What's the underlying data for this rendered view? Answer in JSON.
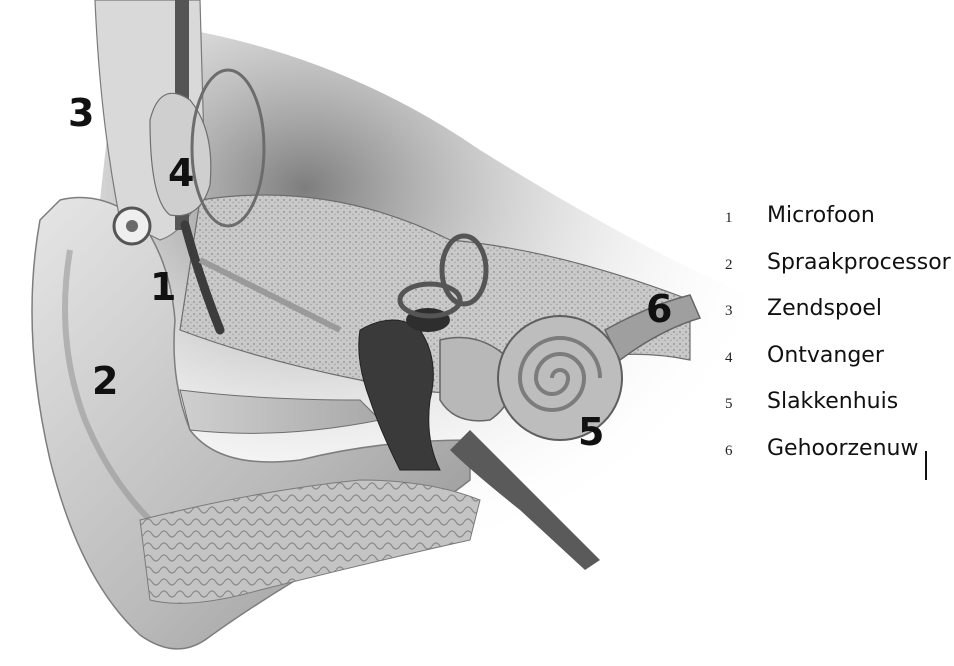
{
  "diagram": {
    "callouts": [
      "1",
      "2",
      "3",
      "4",
      "5",
      "6"
    ]
  },
  "legend": {
    "items": [
      {
        "num": "1",
        "label": "Microfoon"
      },
      {
        "num": "2",
        "label": "Spraakprocessor"
      },
      {
        "num": "3",
        "label": "Zendspoel"
      },
      {
        "num": "4",
        "label": "Ontvanger"
      },
      {
        "num": "5",
        "label": "Slakkenhuis"
      },
      {
        "num": "6",
        "label": "Gehoorzenuw"
      }
    ]
  },
  "colors": {
    "background": "#ffffff",
    "text": "#111111",
    "illustration_light": "#d8d8d8",
    "illustration_mid": "#9a9a9a",
    "illustration_dark": "#3a3a3a"
  }
}
